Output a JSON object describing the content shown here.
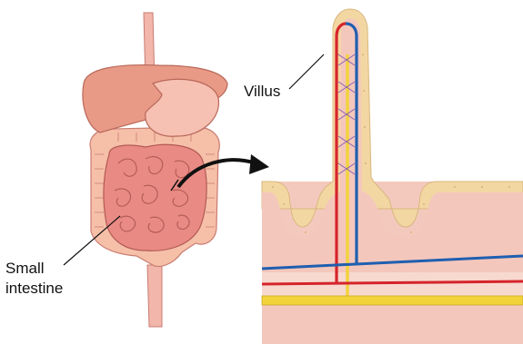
{
  "labels": {
    "villus": "Villus",
    "small_intestine_line1": "Small",
    "small_intestine_line2": "intestine"
  },
  "colors": {
    "organ_pink": "#e8998c",
    "intestine_red": "#d96b6b",
    "tissue_tan": "#f3d7a3",
    "tissue_pink": "#f4c7bc",
    "artery": "#d6242c",
    "vein": "#1f5fb0",
    "lacteal": "#f2d33a",
    "capillary": "#8a63b4"
  }
}
